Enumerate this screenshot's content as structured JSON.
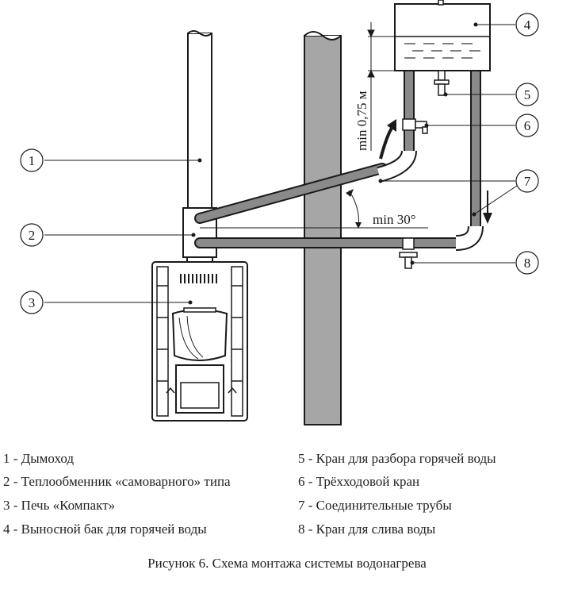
{
  "callouts": [
    "1",
    "2",
    "3",
    "4",
    "5",
    "6",
    "7",
    "8"
  ],
  "dimensions": {
    "height_label": "min 0,75 м",
    "angle_label": "min 30°"
  },
  "legend": {
    "left": [
      "1 - Дымоход",
      "2 - Теплообменник «самоварного» типа",
      "3 - Печь «Компакт»",
      "4 - Выносной бак для горячей воды"
    ],
    "right": [
      "5 - Кран для разбора горячей воды",
      "6 - Трёхходовой кран",
      "7 - Соединительные трубы",
      "8 - Кран для слива воды"
    ]
  },
  "caption": "Рисунок 6. Схема монтажа системы водонагрева",
  "colors": {
    "pipe": "#8a8a8a",
    "outline": "#1a1a1a",
    "wall": "#a6a6a6",
    "tank_water": "#555555"
  }
}
